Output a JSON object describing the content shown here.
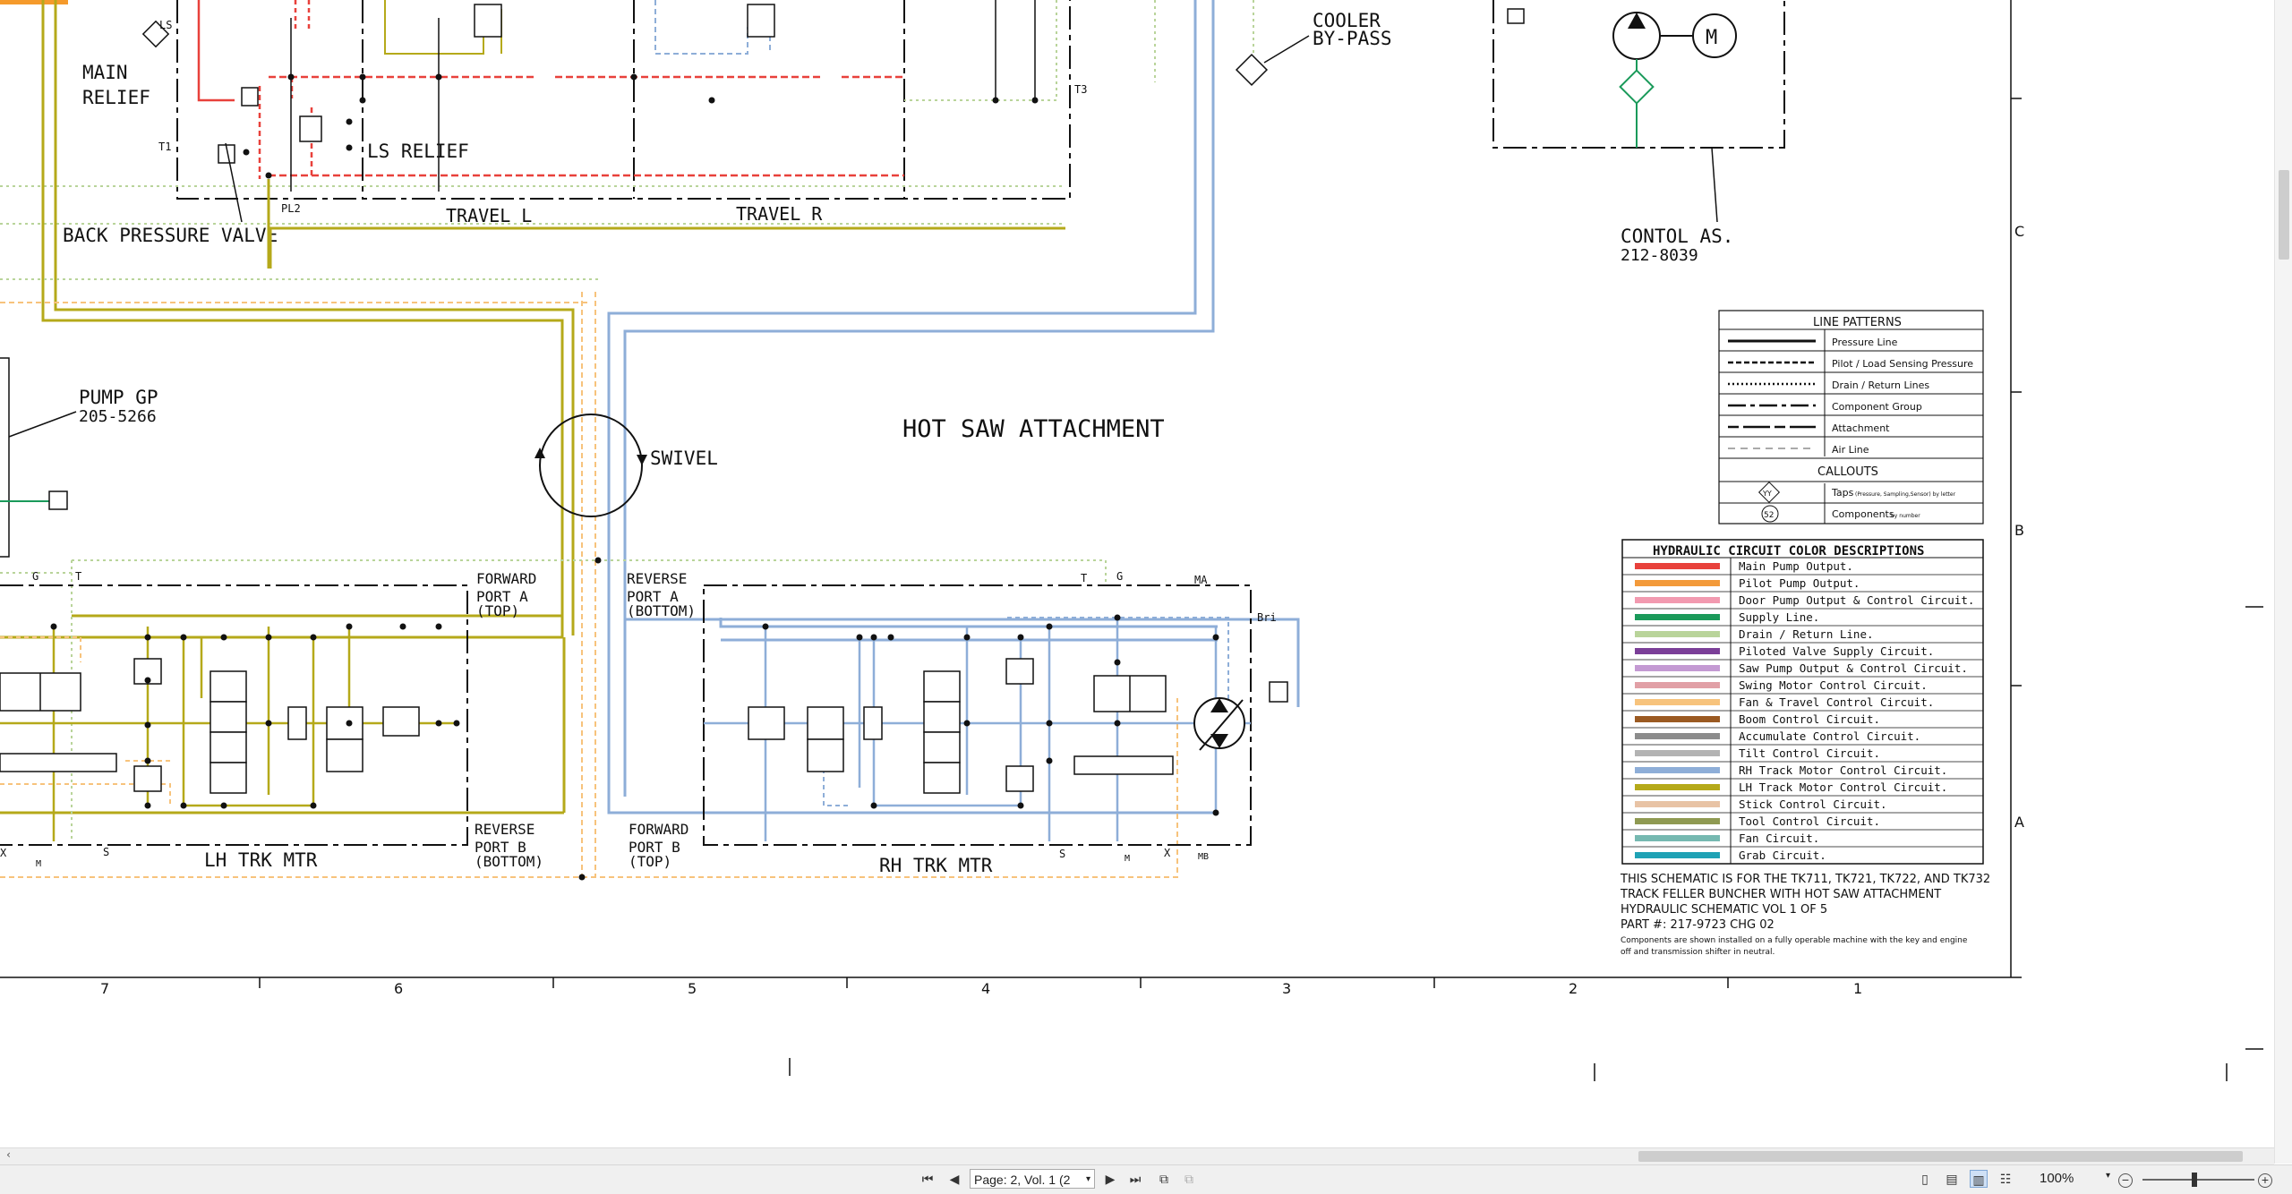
{
  "document": {
    "labels": {
      "main_relief": [
        "MAIN",
        "RELIEF"
      ],
      "ls_relief": "LS RELIEF",
      "back_pressure_valve": "BACK PRESSURE VALVE",
      "travel_l": "TRAVEL L",
      "travel_r": "TRAVEL R",
      "cooler_bypass": [
        "COOLER",
        "BY-PASS"
      ],
      "control_as": "CONTOL AS.",
      "control_as_part": "212-8039",
      "pump_gp": "PUMP GP",
      "pump_gp_part": "205-5266",
      "swivel": "SWIVEL",
      "hot_saw": "HOT SAW ATTACHMENT",
      "forward_port_a": [
        "FORWARD",
        "PORT A",
        "(TOP)"
      ],
      "reverse_port_a": [
        "REVERSE",
        "PORT A",
        "(BOTTOM)"
      ],
      "reverse_port_b": [
        "REVERSE",
        "PORT B",
        "(BOTTOM)"
      ],
      "forward_port_b": [
        "FORWARD",
        "PORT B",
        "(TOP)"
      ],
      "lh_trk_mtr": "LH TRK MTR",
      "rh_trk_mtr": "RH TRK MTR",
      "small": {
        "ls": "LS",
        "t1": "T1",
        "pl2": "PL2",
        "t3": "T3",
        "g": "G",
        "t": "T",
        "x": "X",
        "s": "S",
        "m": "M",
        "ma": "MA",
        "mb": "MB",
        "bri": "Bri",
        "motor": "M"
      }
    },
    "line_patterns": {
      "title": "LINE PATTERNS",
      "rows": [
        "Pressure Line",
        "Pilot / Load Sensing Pressure",
        "Drain / Return Lines",
        "Component Group",
        "Attachment",
        "Air Line"
      ],
      "callouts_title": "CALLOUTS",
      "callouts": [
        {
          "label": "Taps",
          "sub": "(Pressure, Sampling,Sensor) by letter",
          "symbol": "YY"
        },
        {
          "label": "Components",
          "sub": "by number",
          "symbol": "52"
        }
      ]
    },
    "color_table": {
      "title": "HYDRAULIC CIRCUIT COLOR DESCRIPTIONS",
      "rows": [
        {
          "color": "#e8413b",
          "label": "Main Pump Output."
        },
        {
          "color": "#f39a3a",
          "label": "Pilot Pump Output."
        },
        {
          "color": "#f29ab0",
          "label": "Door Pump Output & Control Circuit."
        },
        {
          "color": "#1a9a5a",
          "label": "Supply Line."
        },
        {
          "color": "#b9d49a",
          "label": "Drain / Return Line."
        },
        {
          "color": "#7b3f98",
          "label": "Piloted Valve Supply Circuit."
        },
        {
          "color": "#c49ad3",
          "label": "Saw Pump Output & Control Circuit."
        },
        {
          "color": "#e1a0a6",
          "label": "Swing Motor Control Circuit."
        },
        {
          "color": "#f7c37c",
          "label": "Fan & Travel Control Circuit."
        },
        {
          "color": "#9b5a22",
          "label": "Boom Control Circuit."
        },
        {
          "color": "#8c8c8c",
          "label": "Accumulate Control Circuit."
        },
        {
          "color": "#b3b3b3",
          "label": "Tilt Control Circuit."
        },
        {
          "color": "#8eaed8",
          "label": "RH Track Motor Control Circuit."
        },
        {
          "color": "#b5a91a",
          "label": "LH Track Motor Control Circuit."
        },
        {
          "color": "#e8c3a5",
          "label": "Stick Control Circuit."
        },
        {
          "color": "#8f9a52",
          "label": "Tool Control Circuit."
        },
        {
          "color": "#76b9b1",
          "label": "Fan Circuit."
        },
        {
          "color": "#1fa2b5",
          "label": "Grab Circuit."
        }
      ]
    },
    "notes": {
      "line1": "THIS SCHEMATIC IS FOR THE TK711, TK721, TK722, AND TK732",
      "line2": "TRACK FELLER BUNCHER WITH HOT SAW ATTACHMENT",
      "line3": "HYDRAULIC SCHEMATIC VOL 1 OF 5",
      "line4": "PART #: 217-9723 CHG 02",
      "line5": "Components are shown installed on a fully operable machine with the key and engine",
      "line6": "off and transmission shifter in neutral."
    },
    "grid_columns": [
      "7",
      "6",
      "5",
      "4",
      "3",
      "2",
      "1"
    ],
    "grid_rows": [
      "C",
      "B",
      "A"
    ]
  },
  "toolbar": {
    "first_page": "⏮",
    "prev_page": "◀",
    "page_label": "Page: 2, Vol. 1 (2",
    "next_page": "▶",
    "last_page": "⏭",
    "zoom": "100%",
    "zoom_out": "−",
    "zoom_in": "+"
  },
  "colors": {
    "lh_track": "#b5a91a",
    "rh_track": "#8eaed8",
    "travel_ctrl": "#f7c37c",
    "drain": "#b9d49a",
    "main": "#e8413b",
    "supply": "#1a9a5a"
  }
}
